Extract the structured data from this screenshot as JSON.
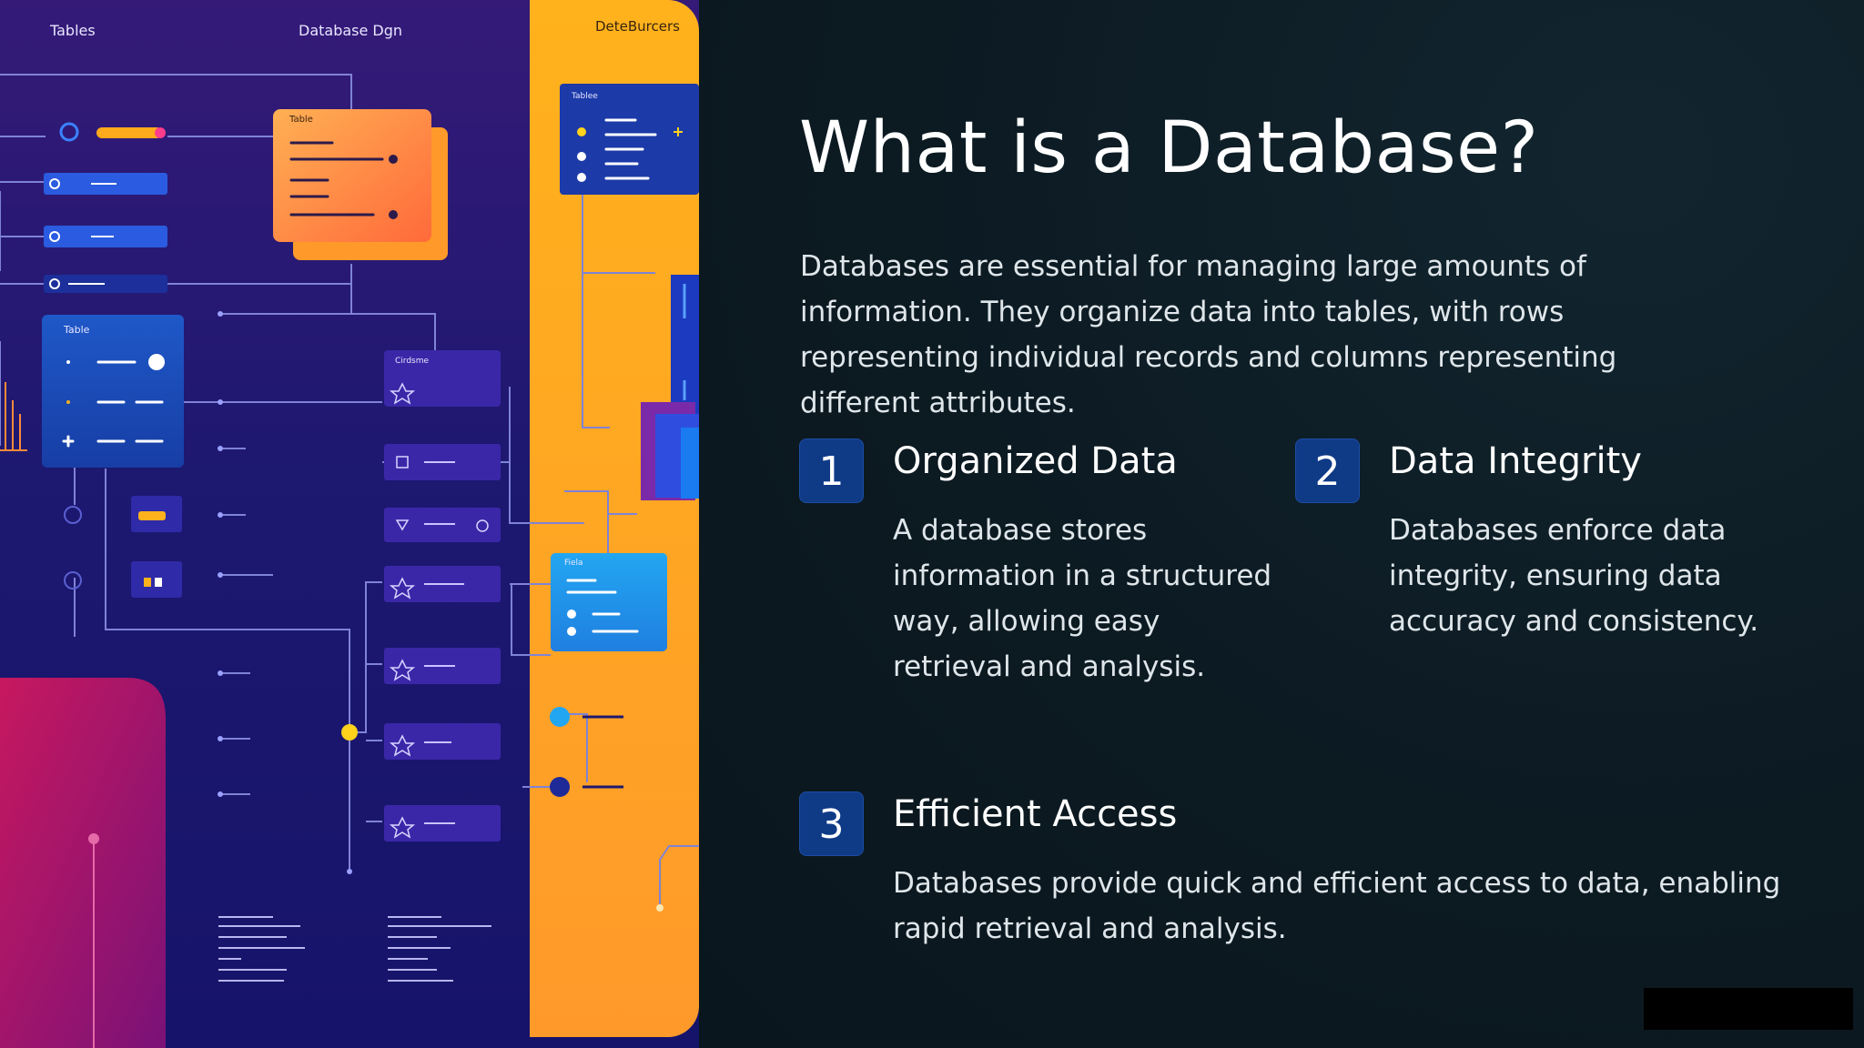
{
  "slide": {
    "title": "What is a Database?",
    "intro": "Databases are essential for managing large amounts of information. They organize data into tables, with rows representing individual records and columns representing different attributes.",
    "items": [
      {
        "number": "1",
        "title": "Organized Data",
        "description": "A database stores information in a structured way, allowing easy retrieval and analysis."
      },
      {
        "number": "2",
        "title": "Data Integrity",
        "description": "Databases enforce data integrity, ensuring data accuracy and consistency."
      },
      {
        "number": "3",
        "title": "Efficient Access",
        "description": "Databases provide quick and efficient access to data, enabling rapid retrieval and analysis."
      }
    ]
  },
  "illustration": {
    "header_labels": [
      "Tables",
      "Database Dgn",
      "DeteBurcers"
    ],
    "card_labels": [
      "Table",
      "Table",
      "Tablee",
      "Fiela",
      "Cirdsme"
    ]
  },
  "colors": {
    "background": "#0b1a22",
    "accent_badge": "#0f3a86",
    "title_text": "#ffffff",
    "body_text": "#dfe6ea",
    "panel_orange": "#ffa31f",
    "panel_purple": "#1d1870"
  }
}
